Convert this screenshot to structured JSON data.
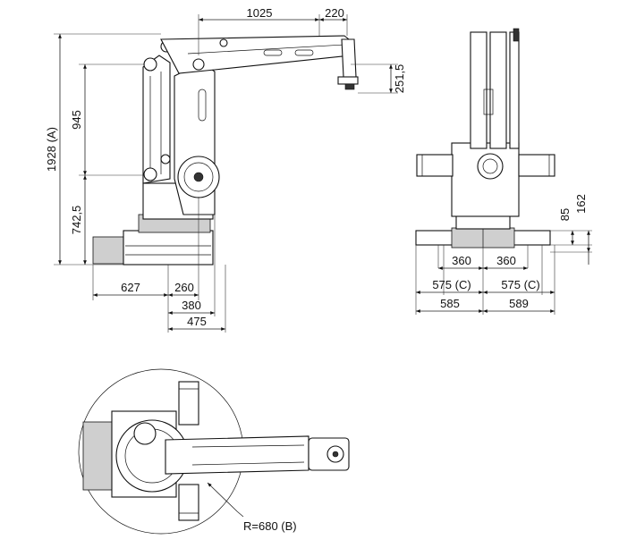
{
  "side_view": {
    "top_dims": [
      "1025",
      "220"
    ],
    "right_dim": "251,5",
    "left_dims": [
      "1928 (A)",
      "945",
      "742,5"
    ],
    "bottom_dims": [
      "627",
      "260",
      "380",
      "475"
    ]
  },
  "front_view": {
    "right_dims": [
      "85",
      "162"
    ],
    "bottom_dims": [
      "360",
      "360",
      "575 (C)",
      "575 (C)",
      "585",
      "589"
    ]
  },
  "top_view": {
    "radius_label": "R=680 (B)"
  }
}
